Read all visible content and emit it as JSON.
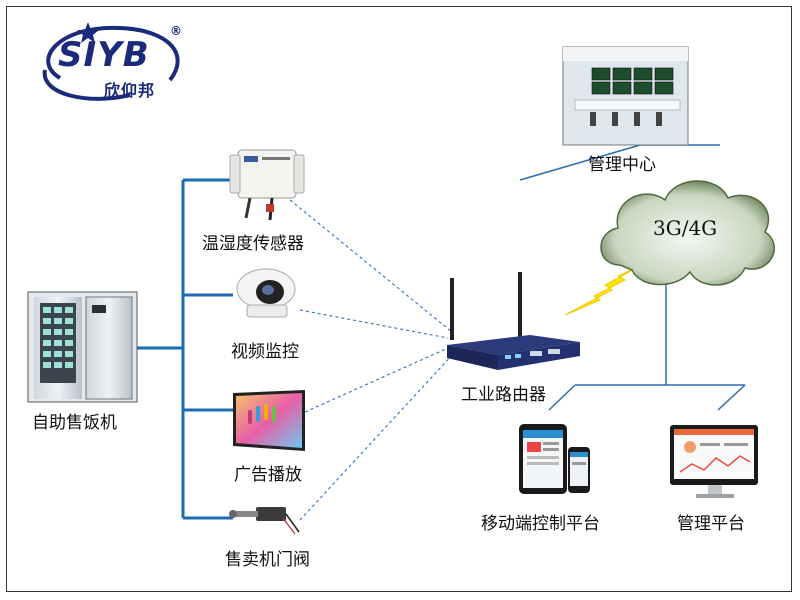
{
  "logo": {
    "mark": "SIYB",
    "name": "欣仰邦",
    "registered": "®"
  },
  "nodes": {
    "vending_machine": "自助售饭机",
    "temp_humidity_sensor": "温湿度传感器",
    "video_monitor": "视频监控",
    "ad_playback": "广告播放",
    "vending_door_valve": "售卖机门阀",
    "industrial_router": "工业路由器",
    "management_center": "管理中心",
    "network": "3G/4G",
    "mobile_platform": "移动端控制平台",
    "management_platform": "管理平台"
  },
  "colors": {
    "bus_line": "#1b6bb5",
    "dashed_link": "#3a7cc4",
    "wan_link": "#2a6db0",
    "lightning": "#ffe800",
    "cloud_dark": "#4f6a3e",
    "cloud_light": "#eef3ea"
  }
}
